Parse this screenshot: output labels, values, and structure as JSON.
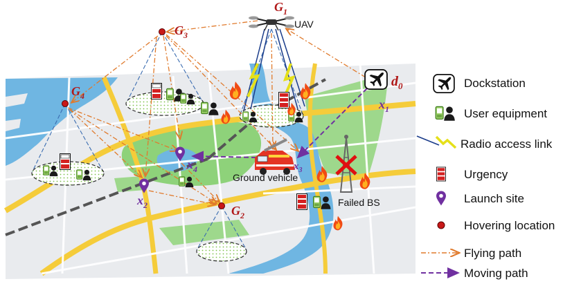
{
  "hovering_labels": {
    "g1": {
      "letter": "G",
      "sub": "1"
    },
    "g2": {
      "letter": "G",
      "sub": "2"
    },
    "g3": {
      "letter": "G",
      "sub": "3"
    },
    "g4": {
      "letter": "G",
      "sub": "4"
    }
  },
  "site_labels": {
    "x1": {
      "letter": "x",
      "sub": "1"
    },
    "x2": {
      "letter": "x",
      "sub": "2"
    },
    "x3": {
      "letter": "x",
      "sub": "3"
    },
    "x4": {
      "letter": "x",
      "sub": "4"
    },
    "d0": {
      "letter": "d",
      "sub": "0"
    }
  },
  "map_labels": {
    "uav": "UAV",
    "ground_vehicle": "Ground vehicle",
    "failed_bs": "Failed BS"
  },
  "legend": [
    {
      "icon": "airplane-icon",
      "label": "Dockstation"
    },
    {
      "icon": "user-equipment-icon",
      "label": "User equipment"
    },
    {
      "icon": "lightning-icon",
      "label": "Radio access link"
    },
    {
      "icon": "urgency-icon",
      "label": "Urgency"
    },
    {
      "icon": "location-pin-icon",
      "label": "Launch site"
    },
    {
      "icon": "red-dot-icon",
      "label": "Hovering location"
    },
    {
      "icon": "orange-dashdot-arrow-icon",
      "label": "Flying path"
    },
    {
      "icon": "purple-dashed-arrow-icon",
      "label": "Moving path"
    }
  ],
  "colors": {
    "hover_label": "#b01818",
    "site_label": "#7030a0",
    "flying_path": "#e07a2c",
    "moving_path": "#7030a0",
    "urgency": "#d42020",
    "hover_dot": "#c81818"
  }
}
